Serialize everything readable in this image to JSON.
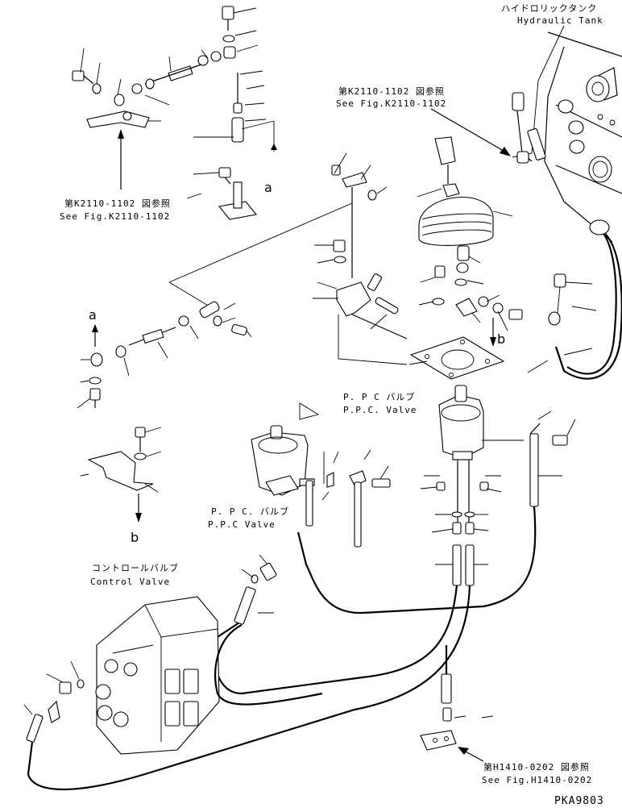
{
  "labels": {
    "hydraulic_tank_jp": "ハイドロリックタンク",
    "hydraulic_tank_en": "Hydraulic Tank",
    "ref_k2110_top_jp": "第K2110-1102 図参照",
    "ref_k2110_top_en": "See Fig.K2110-1102",
    "ref_k2110_left_jp": "第K2110-1102 図参照",
    "ref_k2110_left_en": "See Fig.K2110-1102",
    "ppc_valve_right_jp": "P. P C バルブ",
    "ppc_valve_right_en": "P.P.C. Valve",
    "ppc_valve_left_jp": "P. P C. バルブ",
    "ppc_valve_left_en": "P.P.C Valve",
    "control_valve_jp": "コントロールバルブ",
    "control_valve_en": "Control Valve",
    "ref_h1410_jp": "第H1410-0202 図参照",
    "ref_h1410_en": "See Fig.H1410-0202",
    "marker_a_top": "a",
    "marker_a_left": "a",
    "marker_b_right": "b",
    "marker_b_left": "b",
    "drawing_code": "PKA9803"
  }
}
